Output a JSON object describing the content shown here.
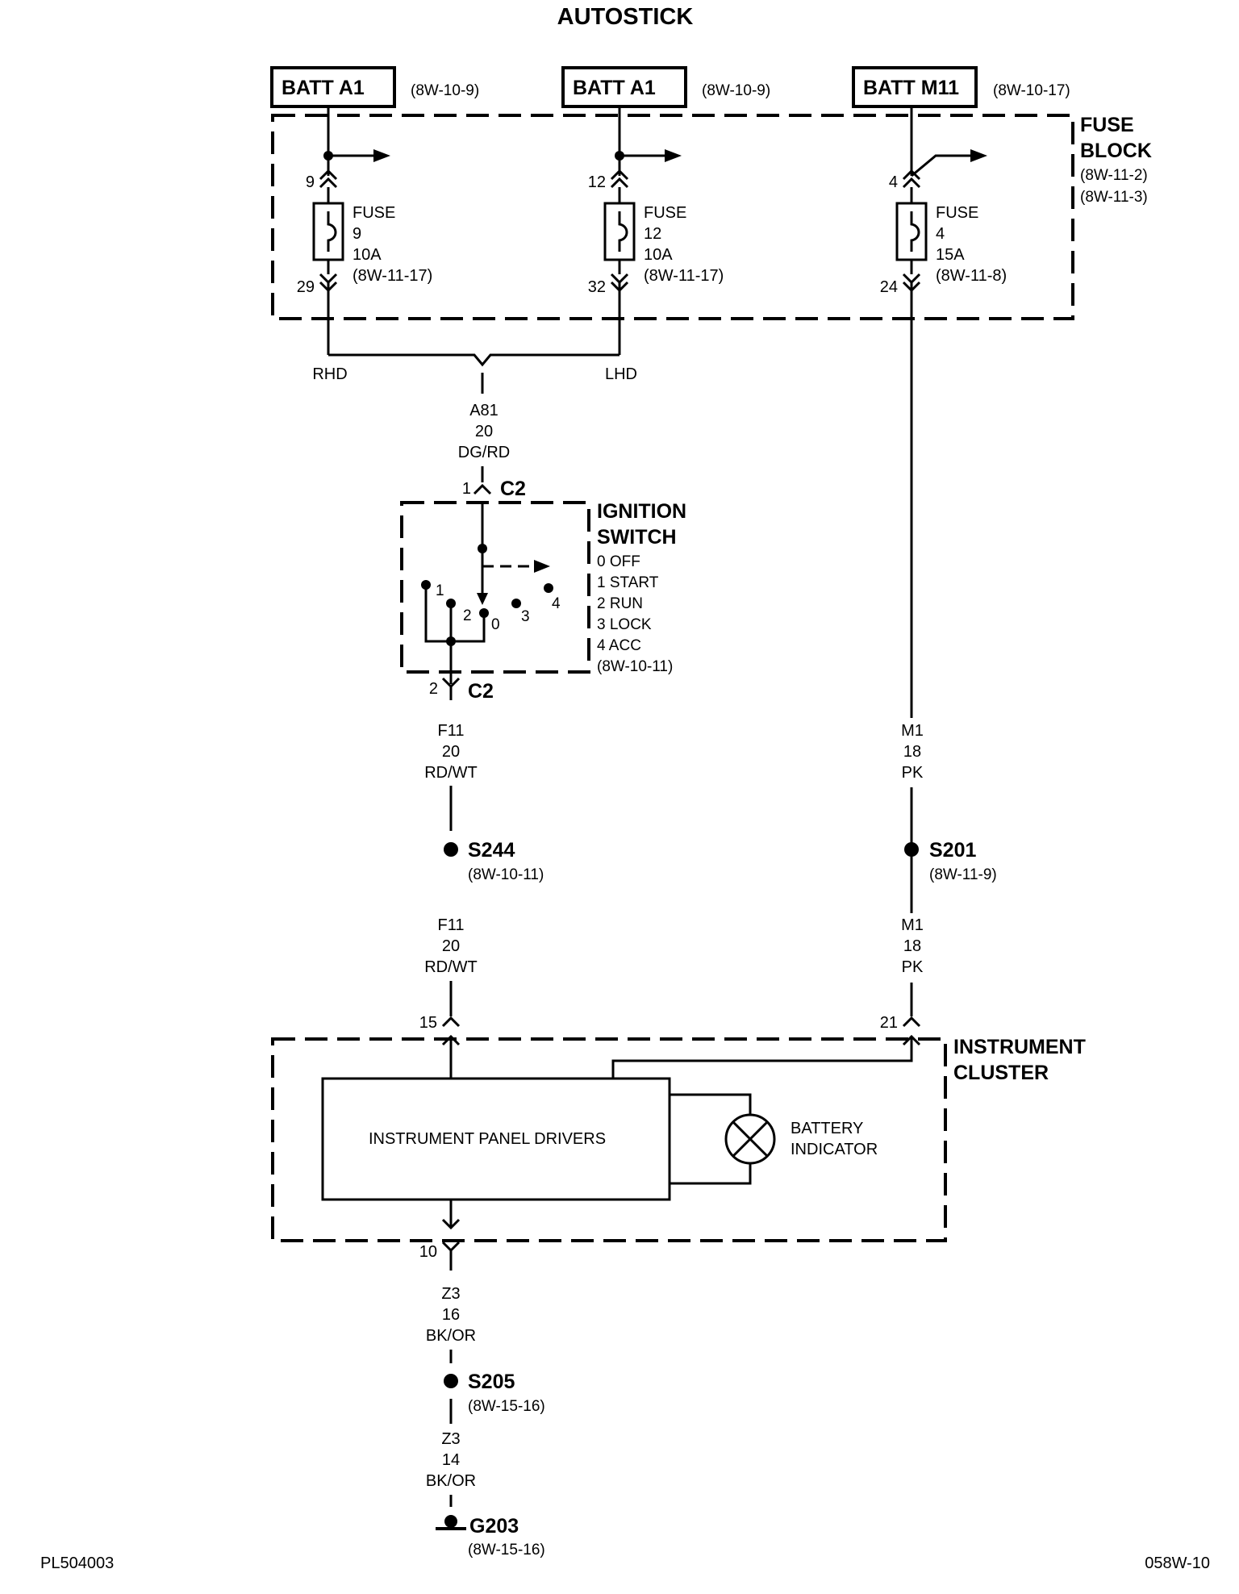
{
  "title": "AUTOSTICK",
  "sources": [
    {
      "label": "BATT A1",
      "ref": "(8W-10-9)"
    },
    {
      "label": "BATT A1",
      "ref": "(8W-10-9)"
    },
    {
      "label": "BATT M11",
      "ref": "(8W-10-17)"
    }
  ],
  "fuse_block": {
    "title_line1": "FUSE",
    "title_line2": "BLOCK",
    "ref1": "(8W-11-2)",
    "ref2": "(8W-11-3)",
    "fuses": [
      {
        "label": "FUSE",
        "num": "9",
        "amps": "10A",
        "ref": "(8W-11-17)",
        "pin_in": "9",
        "pin_out": "29"
      },
      {
        "label": "FUSE",
        "num": "12",
        "amps": "10A",
        "ref": "(8W-11-17)",
        "pin_in": "12",
        "pin_out": "32"
      },
      {
        "label": "FUSE",
        "num": "4",
        "amps": "15A",
        "ref": "(8W-11-8)",
        "pin_in": "4",
        "pin_out": "24"
      }
    ]
  },
  "options": {
    "rhd": "RHD",
    "lhd": "LHD"
  },
  "wires": {
    "a81": {
      "code": "A81",
      "gauge": "20",
      "color": "DG/RD"
    },
    "f11_upper": {
      "code": "F11",
      "gauge": "20",
      "color": "RD/WT"
    },
    "f11_lower": {
      "code": "F11",
      "gauge": "20",
      "color": "RD/WT"
    },
    "m1_upper": {
      "code": "M1",
      "gauge": "18",
      "color": "PK"
    },
    "m1_lower": {
      "code": "M1",
      "gauge": "18",
      "color": "PK"
    },
    "z3_upper": {
      "code": "Z3",
      "gauge": "16",
      "color": "BK/OR"
    },
    "z3_lower": {
      "code": "Z3",
      "gauge": "14",
      "color": "BK/OR"
    }
  },
  "ignition_switch": {
    "title_line1": "IGNITION",
    "title_line2": "SWITCH",
    "positions": [
      "0 OFF",
      "1 START",
      "2 RUN",
      "3 LOCK",
      "4 ACC"
    ],
    "ref": "(8W-10-11)",
    "connector_top": {
      "pin": "1",
      "name": "C2"
    },
    "connector_bottom": {
      "pin": "2",
      "name": "C2"
    },
    "contact_labels": [
      "1",
      "2",
      "0",
      "3",
      "4"
    ]
  },
  "splices": [
    {
      "name": "S244",
      "ref": "(8W-10-11)"
    },
    {
      "name": "S201",
      "ref": "(8W-11-9)"
    },
    {
      "name": "S205",
      "ref": "(8W-15-16)"
    }
  ],
  "instrument_cluster": {
    "title_line1": "INSTRUMENT",
    "title_line2": "CLUSTER",
    "drivers_label": "INSTRUMENT PANEL DRIVERS",
    "indicator_line1": "BATTERY",
    "indicator_line2": "INDICATOR",
    "pin_left": "15",
    "pin_right": "21",
    "pin_bottom": "10"
  },
  "ground": {
    "name": "G203",
    "ref": "(8W-15-16)"
  },
  "footer": {
    "left": "PL504003",
    "right": "058W-10"
  }
}
